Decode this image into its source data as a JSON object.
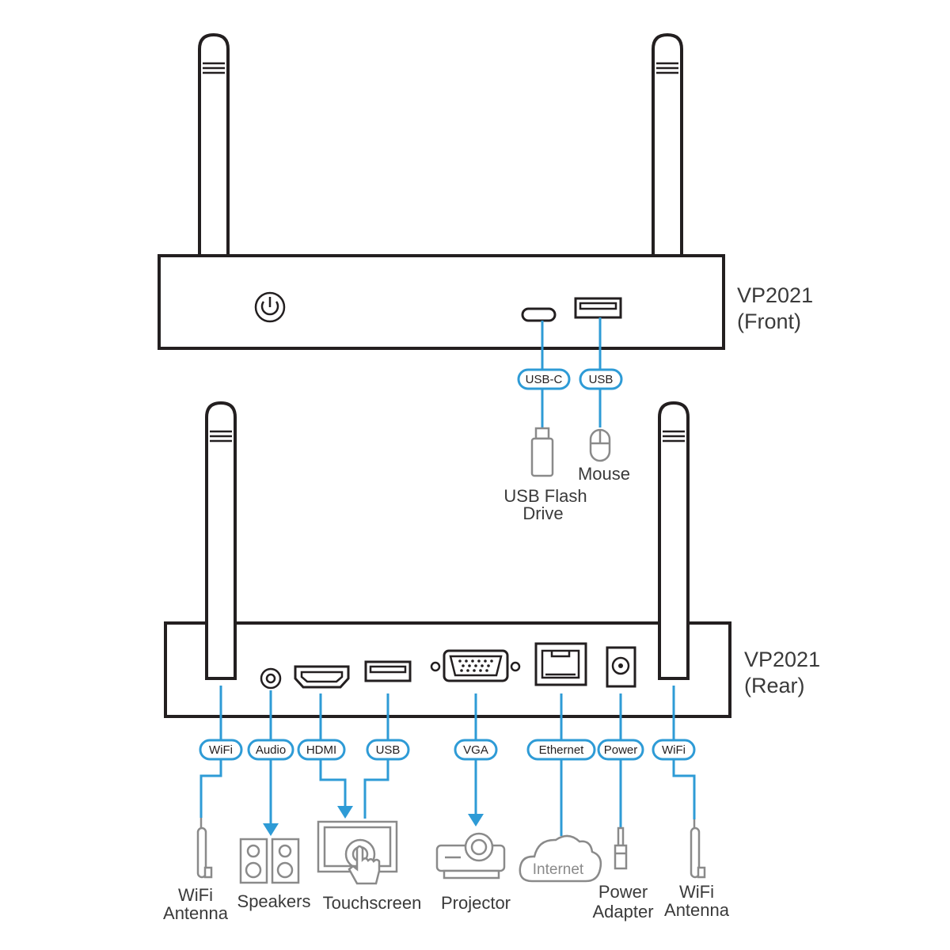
{
  "front": {
    "title": "VP2021",
    "subtitle": "(Front)"
  },
  "rear": {
    "title": "VP2021",
    "subtitle": "(Rear)"
  },
  "front_ports": {
    "usbc": "USB-C",
    "usb": "USB"
  },
  "front_devices": {
    "flash_line1": "USB Flash",
    "flash_line2": "Drive",
    "mouse": "Mouse"
  },
  "rear_ports": {
    "wifi_left": "WiFi",
    "audio": "Audio",
    "hdmi": "HDMI",
    "usb": "USB",
    "vga": "VGA",
    "ethernet": "Ethernet",
    "power": "Power",
    "wifi_right": "WiFi"
  },
  "rear_devices": {
    "wifi_left_line1": "WiFi",
    "wifi_left_line2": "Antenna",
    "speakers": "Speakers",
    "touchscreen": "Touchscreen",
    "projector": "Projector",
    "internet": "Internet",
    "power_line1": "Power",
    "power_line2": "Adapter",
    "wifi_right_line1": "WiFi",
    "wifi_right_line2": "Antenna"
  },
  "colors": {
    "connector": "#2e9bd6",
    "device": "#231f20",
    "peripheral": "#8a8a8a"
  }
}
